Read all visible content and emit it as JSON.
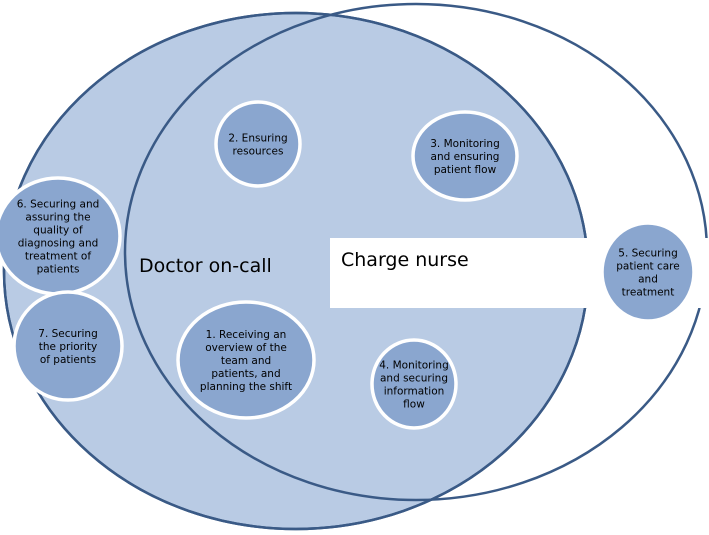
{
  "colors": {
    "doctor_fill": "#b9cbe4",
    "outline": "#3a5a86",
    "task_fill": "#8aa6cf",
    "task_border": "#ffffff",
    "charge_label_bg": "#ffffff",
    "text": "#000000"
  },
  "domains": {
    "doctor": {
      "label": "Doctor on-call"
    },
    "charge_nurse": {
      "label": "Charge nurse"
    }
  },
  "tasks": [
    {
      "id": "task-1",
      "label": "1. Receiving an overview of the team and patients, and planning the shift",
      "lines": [
        "1. Receiving an",
        "overview of the",
        "team and",
        "patients, and",
        "planning the shift"
      ]
    },
    {
      "id": "task-2",
      "label": "2. Ensuring resources",
      "lines": [
        "2. Ensuring",
        "resources"
      ]
    },
    {
      "id": "task-3",
      "label": "3. Monitoring and ensuring patient flow",
      "lines": [
        "3. Monitoring",
        "and ensuring",
        "patient flow"
      ]
    },
    {
      "id": "task-4",
      "label": "4. Monitoring and securing information flow",
      "lines": [
        "4. Monitoring",
        "and securing",
        "information",
        "flow"
      ]
    },
    {
      "id": "task-5",
      "label": "5. Securing patient care and treatment",
      "lines": [
        "5. Securing",
        "patient care",
        "and",
        "treatment"
      ]
    },
    {
      "id": "task-6",
      "label": "6. Securing and assuring the quality of diagnosing and treatment of patients",
      "lines": [
        "6. Securing and",
        "assuring the",
        "quality of",
        "diagnosing and",
        "treatment of",
        "patients"
      ]
    },
    {
      "id": "task-7",
      "label": "7. Securing the priority of patients",
      "lines": [
        "7. Securing",
        "the priority",
        "of patients"
      ]
    }
  ]
}
